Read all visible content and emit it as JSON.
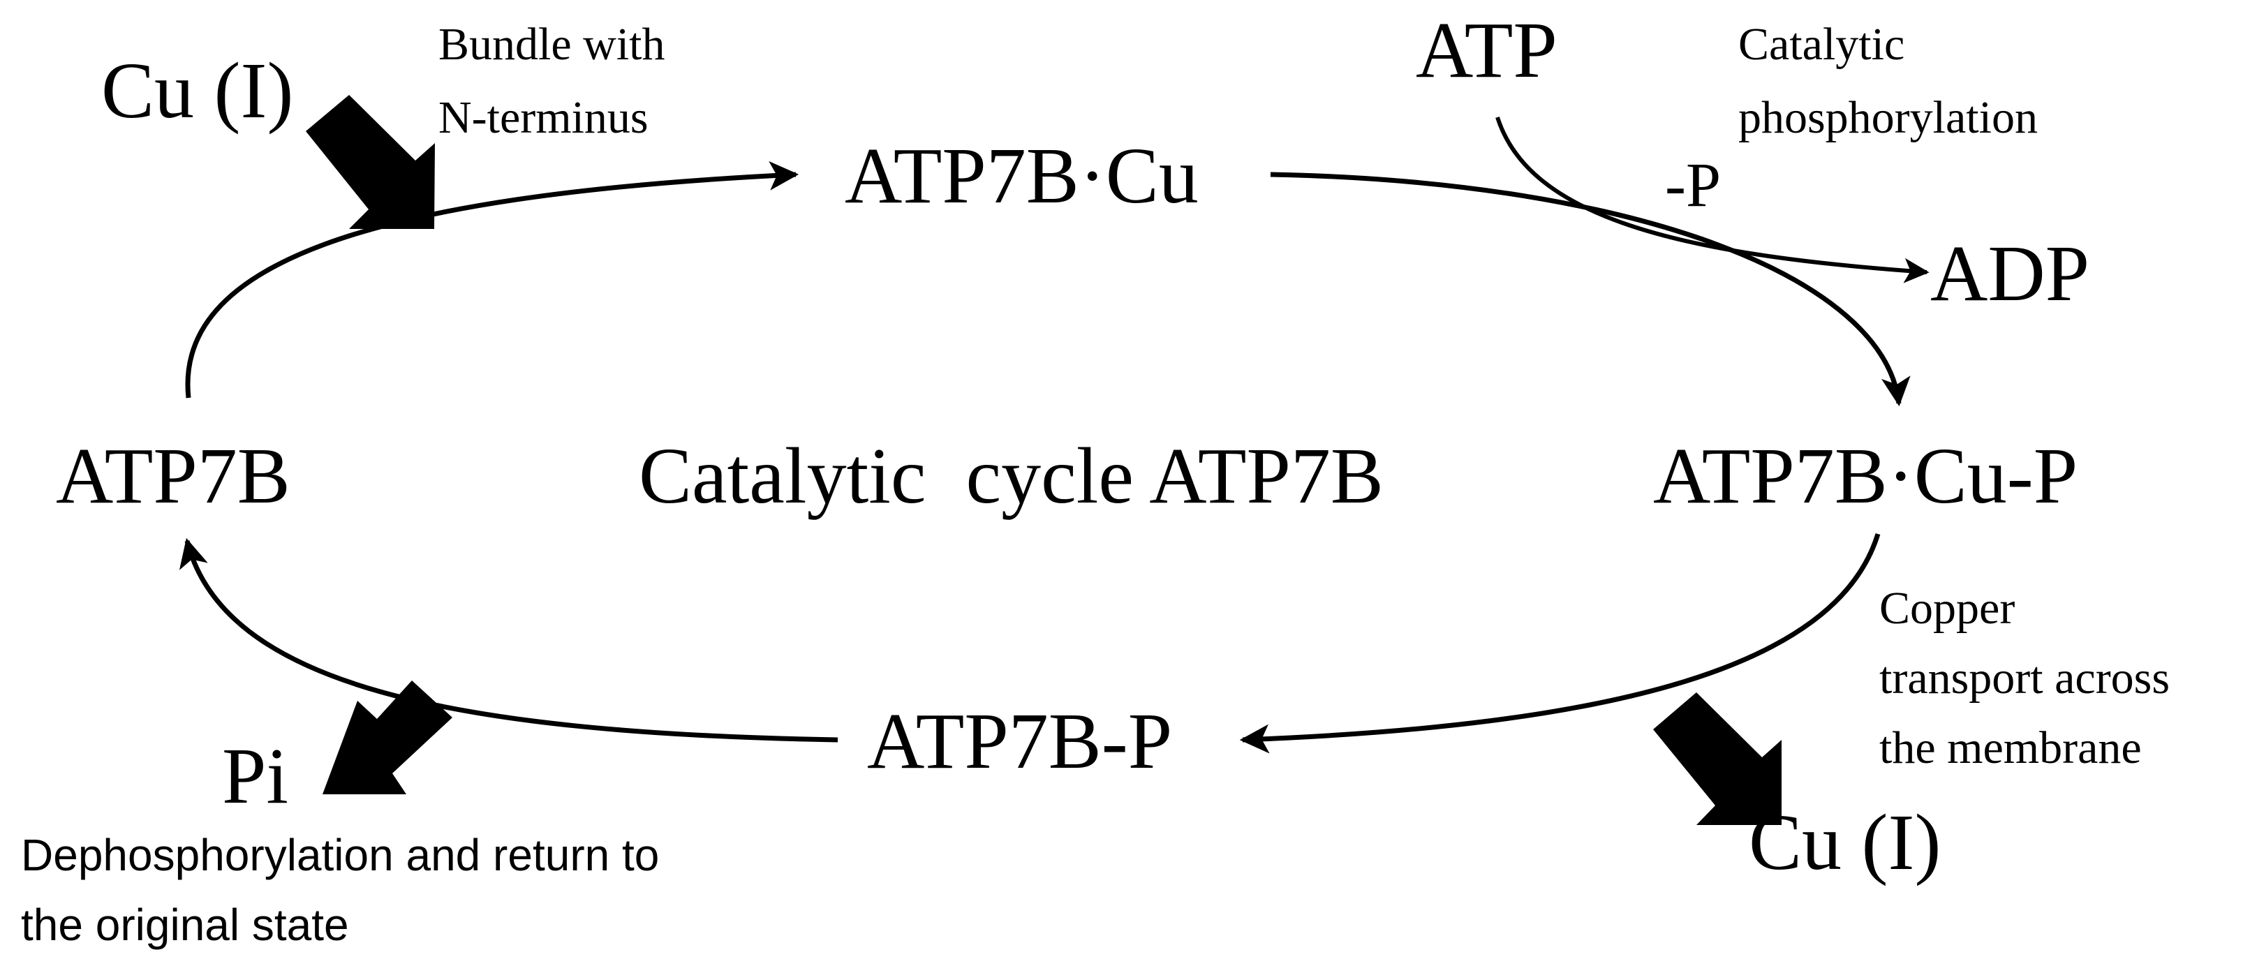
{
  "diagram": {
    "center_label": "Catalytic  cycle ATP7B",
    "states": {
      "left": "ATP7B",
      "top": "ATP7B·Cu",
      "right": "ATP7B·Cu-P",
      "bottom": "ATP7B-P"
    },
    "inputs_outputs": {
      "cu_in": "Cu (I)",
      "atp": "ATP",
      "adp": "ADP",
      "minus_p": "-P",
      "cu_out": "Cu (I)",
      "pi": "Pi"
    },
    "annotations": {
      "bundle_line1": "Bundle with",
      "bundle_line2": "N-terminus",
      "catalytic_line1": "Catalytic",
      "catalytic_line2": "phosphorylation",
      "copper_line1": "Copper",
      "copper_line2": "transport across",
      "copper_line3": "the membrane",
      "dephos_line1": "Dephosphorylation and return to",
      "dephos_line2": "the original state"
    }
  }
}
